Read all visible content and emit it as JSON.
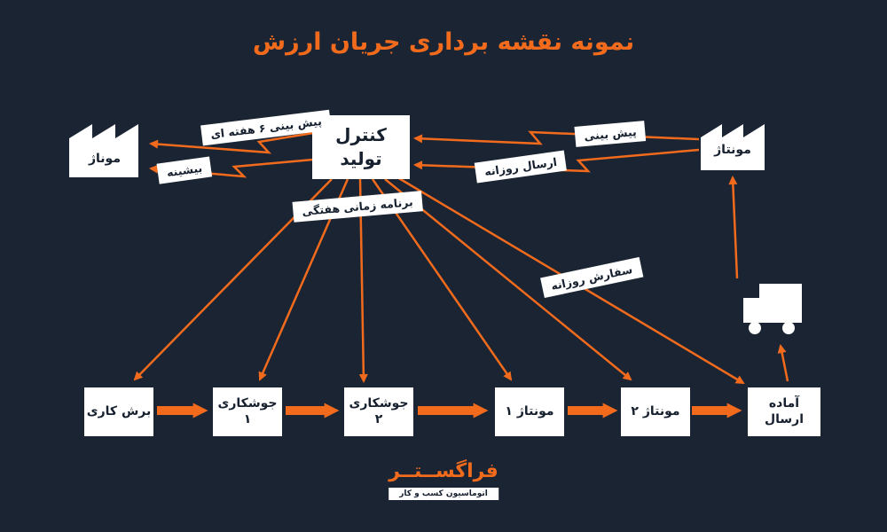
{
  "title": "نمونه نقشه برداری جریان ارزش",
  "colors": {
    "background": "#1a2433",
    "accent_orange": "#f26b1d",
    "box_background": "#ffffff",
    "box_text": "#16202e"
  },
  "nodes": {
    "control_line1": "کنترل",
    "control_line2": "تولید",
    "left_factory": "موناژ",
    "right_factory": "مونتاژ"
  },
  "flow_labels": {
    "forecast_6_week": "پیش بینی ۶ هفته ای",
    "maximum": "بیشینه",
    "forecast": "پیش بینی",
    "daily_dispatch": "ارسال روزانه",
    "weekly_schedule": "برنامه زمانی هفتگی",
    "daily_order": "سفارش روزانه"
  },
  "process_boxes": [
    "برش کاری",
    "جوشکاری ۱",
    "جوشکاری ۲",
    "مونتاژ ۱",
    "مونتاژ ۲",
    "آماده ارسال"
  ],
  "footer": {
    "logo": "فراگســتــر",
    "tagline": "اتوماسیون کسب و کار"
  }
}
